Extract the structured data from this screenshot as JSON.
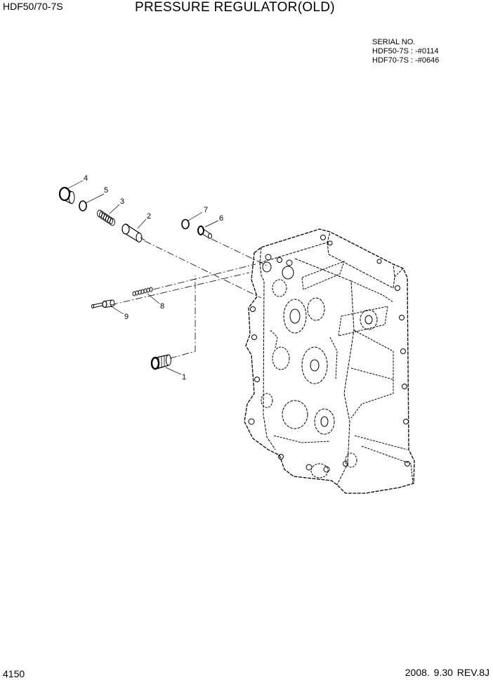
{
  "header": {
    "model": "HDF50/70-7S",
    "title": "PRESSURE REGULATOR(OLD)"
  },
  "serial_info": {
    "heading": "SERIAL NO.",
    "lines": [
      "HDF50-7S : -#0114",
      "HDF70-7S : -#0646"
    ]
  },
  "parts": [
    {
      "callout": "1",
      "icon": "plug-icon"
    },
    {
      "callout": "2",
      "icon": "piston-icon"
    },
    {
      "callout": "3",
      "icon": "spring-icon"
    },
    {
      "callout": "4",
      "icon": "cap-icon"
    },
    {
      "callout": "5",
      "icon": "o-ring-icon"
    },
    {
      "callout": "6",
      "icon": "screw-plug-icon"
    },
    {
      "callout": "7",
      "icon": "o-ring-icon"
    },
    {
      "callout": "8",
      "icon": "spring-icon"
    },
    {
      "callout": "9",
      "icon": "valve-pin-icon"
    }
  ],
  "footer": {
    "page": "4150",
    "date_rev": "2008. 9.30  REV.8J"
  }
}
